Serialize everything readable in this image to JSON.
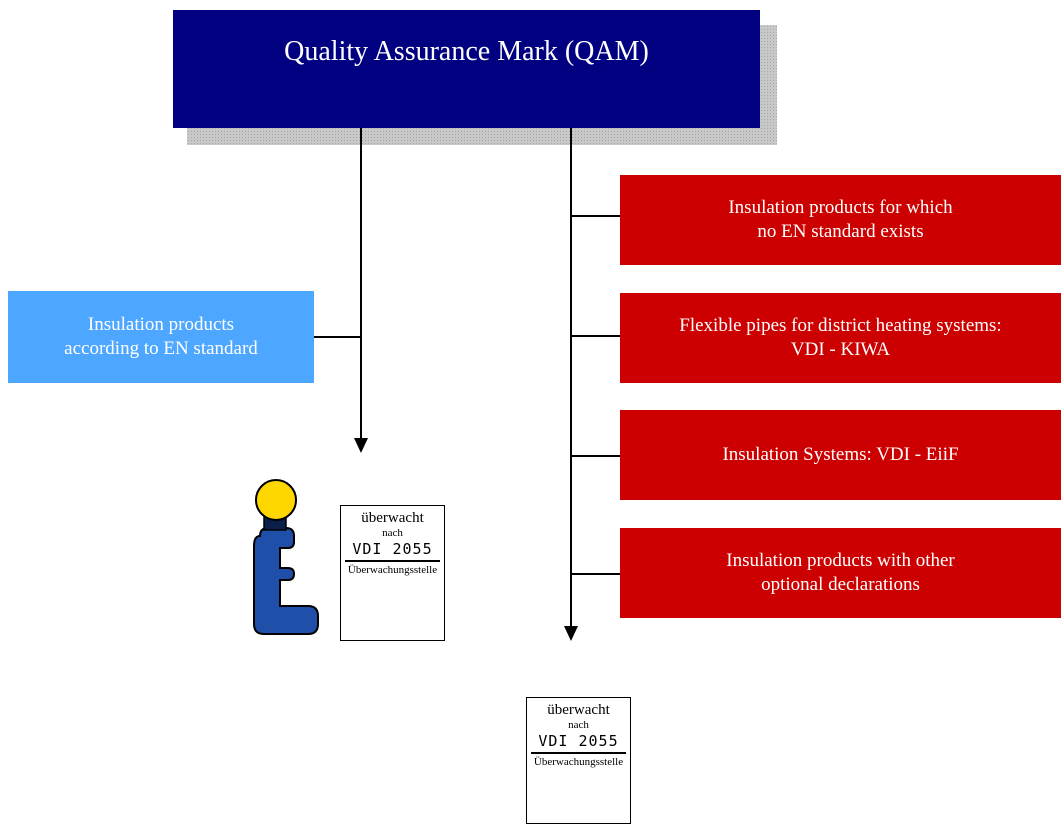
{
  "title": "Quality Assurance Mark (QAM)",
  "left_branch": {
    "box_label": "Insulation products\naccording to EN standard"
  },
  "right_branch": {
    "boxes": [
      "Insulation products for which\nno EN standard exists",
      "Flexible pipes for district heating systems:\nVDI - KIWA",
      "Insulation Systems: VDI - EiiF",
      "Insulation products with other\noptional declarations"
    ]
  },
  "stamp": {
    "line1": "überwacht",
    "line2": "nach",
    "line3": "VDI 2055",
    "line4": "Überwachungsstelle"
  },
  "colors": {
    "title_bg": "#000080",
    "left_box_bg": "#4da6ff",
    "right_box_bg": "#cc0000",
    "logo_yellow": "#ffd700",
    "logo_blue": "#1f4fa8"
  },
  "icons": {
    "left_logo": "keymark-logo"
  }
}
